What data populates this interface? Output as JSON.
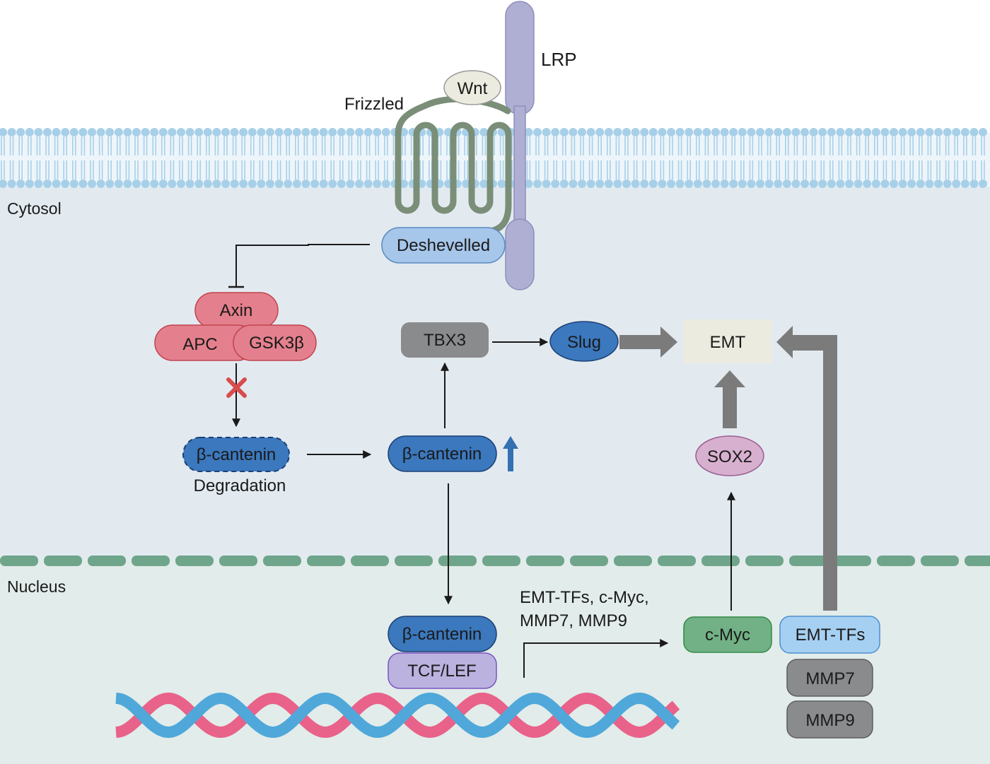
{
  "regions": {
    "cytosol": "Cytosol",
    "nucleus": "Nucleus"
  },
  "receptors": {
    "lrp": "LRP",
    "wnt": "Wnt",
    "frizzled": "Frizzled",
    "deshevelled": "Deshevelled"
  },
  "destruction_complex": {
    "axin": "Axin",
    "apc": "APC",
    "gsk3b": "GSK3β"
  },
  "beta_catenin": {
    "degraded": "β-cantenin",
    "degradation_label": "Degradation",
    "stabilized": "β-cantenin",
    "nuclear": "β-cantenin"
  },
  "nodes": {
    "tbx3": "TBX3",
    "slug": "Slug",
    "emt": "EMT",
    "sox2": "SOX2",
    "tcf_lef": "TCF/LEF",
    "c_myc": "c-Myc",
    "emt_tfs": "EMT-TFs",
    "mmp7": "MMP7",
    "mmp9": "MMP9"
  },
  "transcription_label": {
    "line1": "EMT-TFs, c-Myc,",
    "line2": "MMP7, MMP9"
  },
  "colors": {
    "membrane_head": "#a7d0e8",
    "cytosol_bg": "#e2eaf0",
    "nucleus_bg": "#e2ecea",
    "nuclear_envelope": "#6fa58b",
    "lrp": "#aeafd3",
    "frizzled": "#7a8e78",
    "destruction_complex": "#e4808d",
    "beta_catenin": "#3b78bd",
    "upregulation_arrow": "#3470b2",
    "inhibition_cross": "#d94c4c",
    "tcf_lef": "#bbb2df",
    "sox2": "#d8b0cf",
    "c_myc": "#71b185",
    "emt_tfs": "#a6d0f1",
    "gray_box": "#8a8b8d",
    "thick_arrow": "#7b7b7b",
    "dna_red": "#e8628a",
    "dna_blue": "#4fa8d9"
  }
}
